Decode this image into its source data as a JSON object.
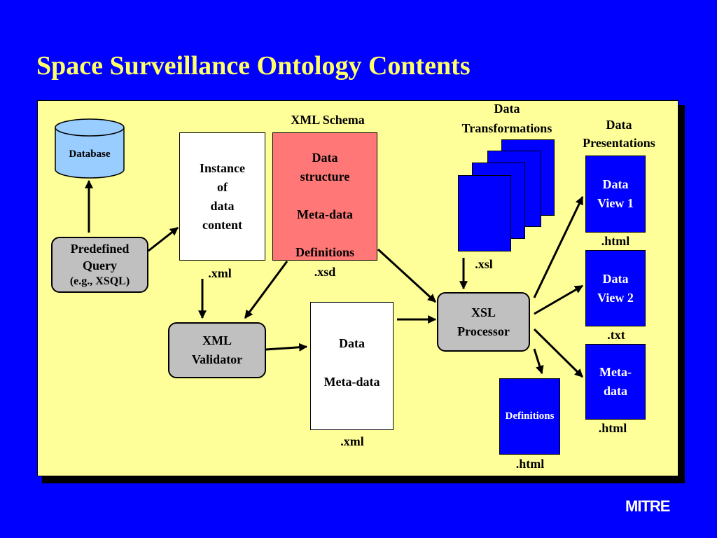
{
  "title": "Space Surveillance Ontology Contents",
  "database": "Database",
  "query": {
    "line1": "Predefined",
    "line2": "Query",
    "line3": "(e.g., XSQL)"
  },
  "instance": {
    "line1": "Instance",
    "line2": "of",
    "line3": "data",
    "line4": "content",
    "ext": ".xml"
  },
  "schema": {
    "heading": "XML Schema",
    "line1": "Data",
    "line2": "structure",
    "line3": "Meta-data",
    "line4": "Definitions",
    "ext": ".xsd"
  },
  "validator": {
    "line1": "XML",
    "line2": "Validator"
  },
  "output_doc": {
    "line1": "Data",
    "line2": "Meta-data",
    "ext": ".xml"
  },
  "transformations": {
    "line1": "Data",
    "line2": "Transformations",
    "ext": ".xsl"
  },
  "processor": {
    "line1": "XSL",
    "line2": "Processor"
  },
  "definitions": {
    "label": "Definitions",
    "ext": ".html"
  },
  "presentations": {
    "heading1": "Data",
    "heading2": "Presentations",
    "view1": {
      "line1": "Data",
      "line2": "View 1",
      "ext": ".html"
    },
    "view2": {
      "line1": "Data",
      "line2": "View 2",
      "ext": ".txt"
    },
    "metadata": {
      "line1": "Meta-",
      "line2": "data",
      "ext": ".html"
    }
  },
  "logo": "MITRE"
}
